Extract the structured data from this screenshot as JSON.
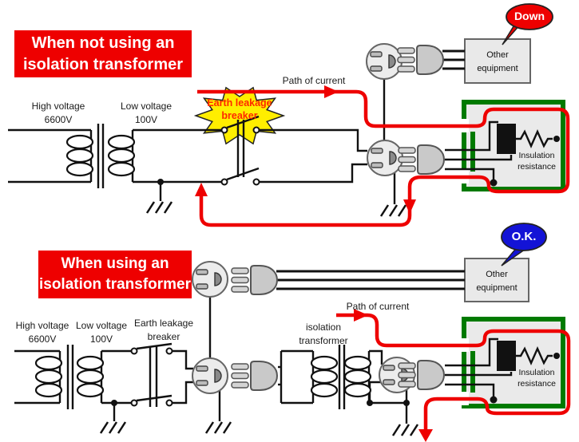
{
  "top": {
    "banner_line1": "When not using an",
    "banner_line2": "isolation transformer",
    "high_voltage_line1": "High voltage",
    "high_voltage_line2": "6600V",
    "low_voltage_line1": "Low voltage",
    "low_voltage_line2": "100V",
    "starburst_line1": "Earth leakage",
    "starburst_line2": "breaker",
    "path_of_current": "Path of current",
    "bubble": "Down",
    "equipment_line1": "Other",
    "equipment_line2": "equipment",
    "insulation_line1": "Insulation",
    "insulation_line2": "resistance"
  },
  "bottom": {
    "banner_line1": "When using an",
    "banner_line2": "isolation transformer",
    "high_voltage_line1": "High voltage",
    "high_voltage_line2": "6600V",
    "low_voltage_line1": "Low voltage",
    "low_voltage_line2": "100V",
    "breaker_line1": "Earth leakage",
    "breaker_line2": "breaker",
    "isolation_line1": "isolation",
    "isolation_line2": "transformer",
    "path_of_current": "Path of current",
    "bubble": "O.K.",
    "equipment_line1": "Other",
    "equipment_line2": "equipment",
    "insulation_line1": "Insulation",
    "insulation_line2": "resistance"
  },
  "colors": {
    "banner_red": "#ee0000",
    "current_path_red": "#ee0000",
    "starburst_yellow": "#ffee00",
    "starburst_text_red": "#ff2800",
    "enclosure_green": "#007a00",
    "ok_bubble_blue": "#1313d6",
    "down_bubble_red": "#ee0000",
    "wire_black": "#111111",
    "box_gray": "#e9e9e9"
  }
}
